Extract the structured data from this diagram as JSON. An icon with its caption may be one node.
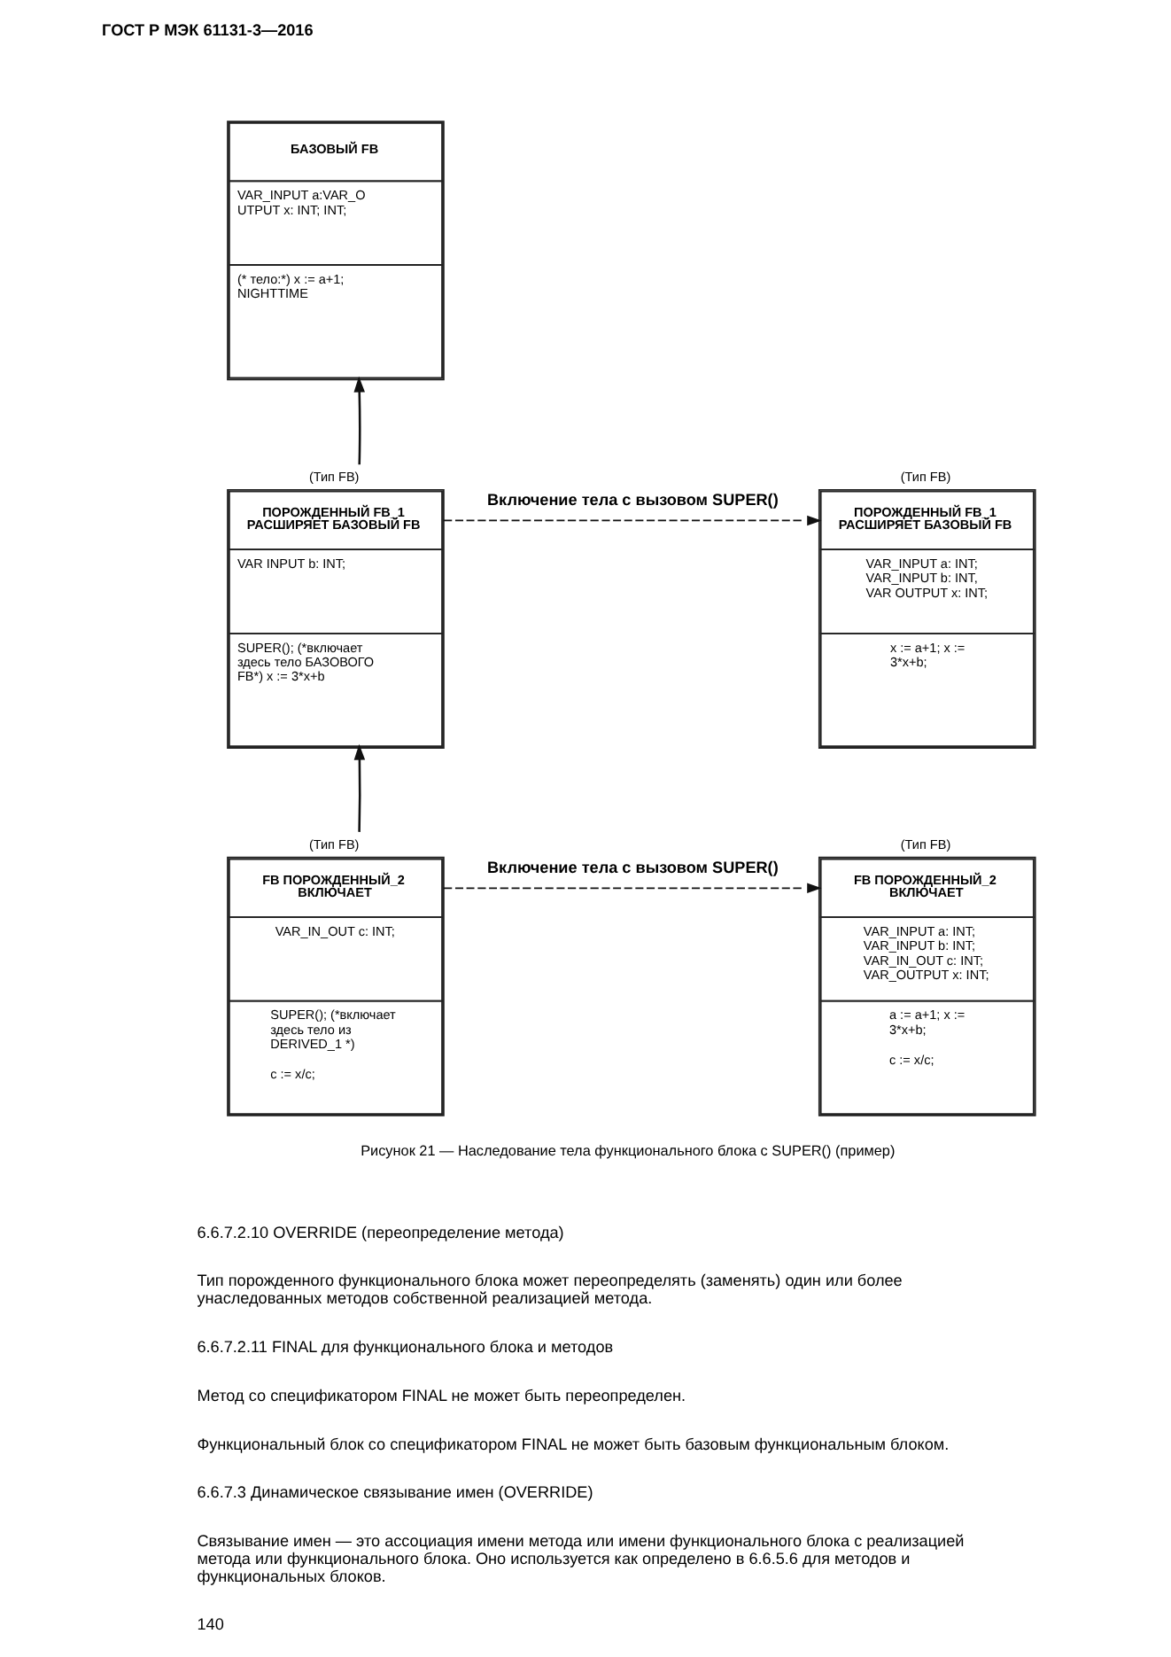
{
  "diagram": {
    "caption": "Рисунок 21 — Наследование тела функционального блока с SUPER() (пример)",
    "nodes": [
      {
        "text": [
          "БАЗОВЫЙ FB",
          "VAR_INPUT a:VAR_O UTPUT x: INT; INT;",
          "(* тело:*) x := a+1; NIGHTTIME"
        ]
      },
      {
        "text": [
          "ПОРОЖДЕННЫЙ FB_1 РАСШИРЯЕТ БАЗОВЫЙ FB",
          "VAR INPUT b: INT;",
          "SUPER(); (*включает здесь тело БАЗОВОГО FB*) x := 3*x+b"
        ],
        "beside": [
          "(Тип FB)"
        ]
      },
      {
        "text": [
          "ПОРОЖДЕННЫЙ FB_1 РАСШИРЯЕТ БАЗОВЫЙ FB",
          "VAR_INPUT a: INT; VAR_INPUT b: INT, VAR OUTPUT x: INT;",
          "x := a+1; x := 3*x+b;"
        ],
        "beside": [
          "(Тип FB)"
        ]
      },
      {
        "text": [
          "FB ПОРОЖДЕННЫЙ_2 ВКЛЮЧАЕТ",
          "VAR_IN_OUT c: INT;",
          "SUPER(); (*включает здесь тело из DERIVED_1 *)",
          "c := x/c;"
        ],
        "beside": [
          "(Тип FB)"
        ]
      },
      {
        "text": [
          "FB ПОРОЖДЕННЫЙ_2 ВКЛЮЧАЕТ",
          "VAR_INPUT a: INT; VAR_INPUT b: INT; VAR_IN_OUT c: INT; VAR_OUTPUT x: INT;",
          "a := a+1; x := 3*x+b;",
          "c := x/c;"
        ],
        "beside": [
          "(Тип FB)"
        ]
      }
    ],
    "edges": [
      {
        "from": 1,
        "to": 0,
        "arrow": "to"
      },
      {
        "from": 1,
        "to": 2,
        "arrow": "to",
        "style": "dashed",
        "label": "Включение тела с вызовом SUPER()"
      },
      {
        "from": 3,
        "to": 1,
        "arrow": "to"
      },
      {
        "from": 3,
        "to": 4,
        "arrow": "to",
        "style": "dashed",
        "label": "Включение тела с вызовом SUPER()"
      }
    ],
    "labels": [
      "ГОСТ Р МЭК 61131-3—2016",
      "6.6.7.2.10 OVERRIDE (переопределение метода)",
      "Тип порожденного функционального блока может переопределять (заменять) один или более унаследованных методов собственной реализацией метода.",
      "6.6.7.2.11 FINAL для функционального блока и методов",
      "Метод со спецификатором FINAL не может быть переопределен.",
      "Функциональный блок со спецификатором FINAL не может быть базовым функциональным блоком.",
      "6.6.7.3 Динамическое связывание имен (OVERRIDE)",
      "Связывание имен — это ассоциация имени метода или имени функционального блока с реализацией метода или функционального блока. Оно используется как определено в 6.6.5.6 для методов и функциональных блоков.",
      "140"
    ]
  }
}
